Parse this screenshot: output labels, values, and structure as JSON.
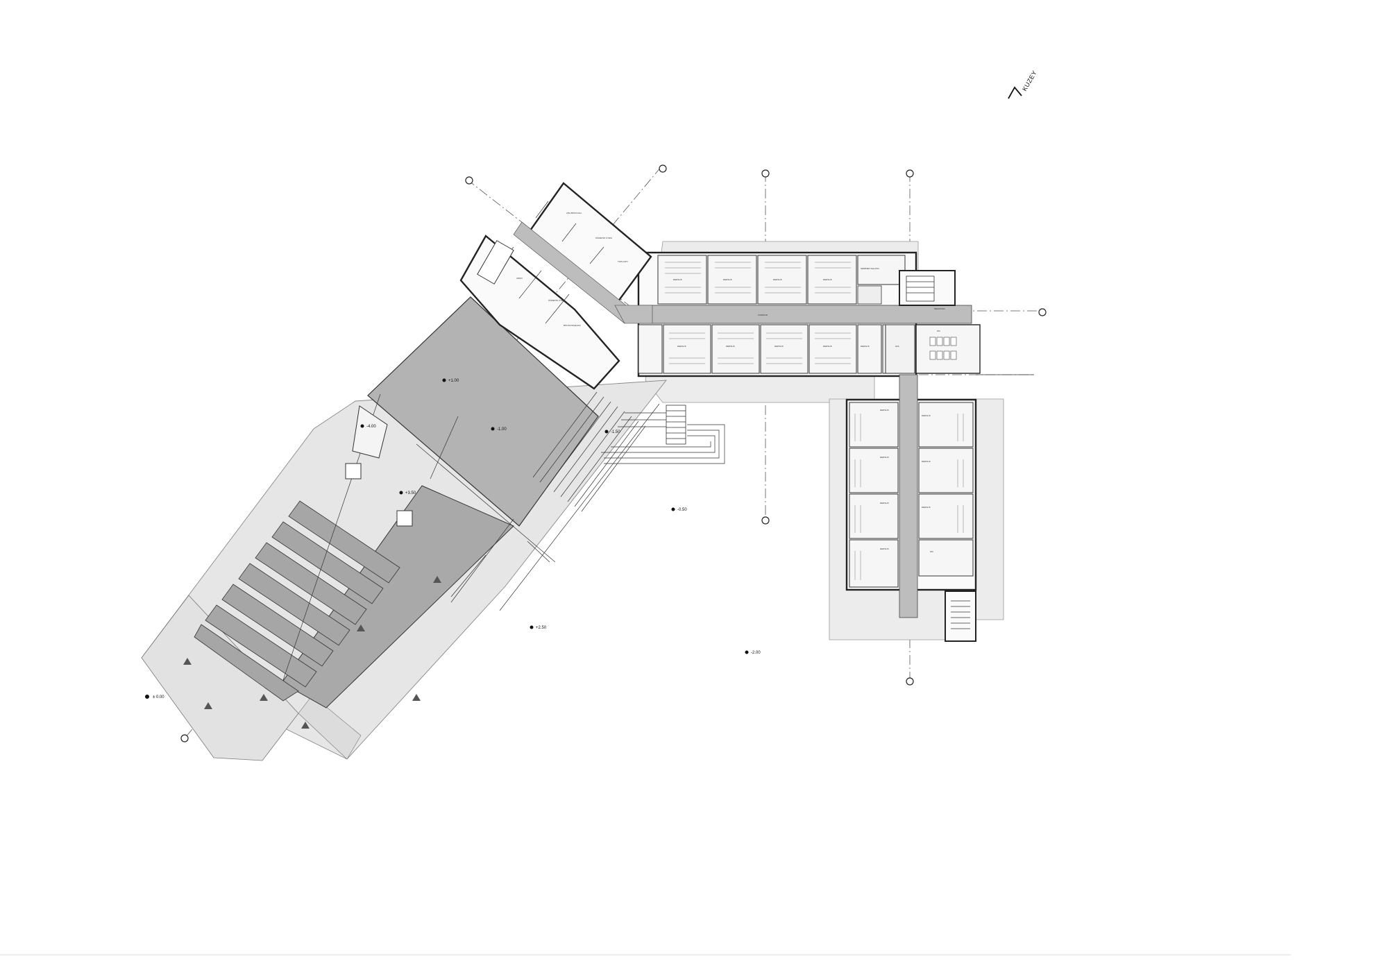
{
  "north_label": "KUZEY",
  "levels": {
    "ground": "± 0.00",
    "terrace_1": "-4.00",
    "terrace_2": "+1.00",
    "terrace_3": "-1.00",
    "terrace_4": "+3.50",
    "stair_landing": "-1.50",
    "court": "-0.50",
    "plinth": "+2.50",
    "step": "-2.00"
  },
  "rooms_north_row": [
    "DERSLİK",
    "DERSLİK",
    "DERSLİK",
    "DERSLİK",
    "SEMİNER SALONU"
  ],
  "rooms_south_row": [
    "DERSLİK",
    "DERSLİK",
    "DERSLİK",
    "DERSLİK",
    "DERSLİK"
  ],
  "rooms_east_wing_west": [
    "DERSLİK",
    "DERSLİK",
    "DERSLİK",
    "DERSLİK"
  ],
  "rooms_east_wing_east": [
    "DERSLİK",
    "DERSLİK",
    "DERSLİK",
    "WC"
  ],
  "rooms_nw_wing": [
    "ANA BİLİM DALI",
    "ÖĞRETİM ÜYESİ",
    "TOPLANTI",
    "ARŞİV",
    "ÖĞRETİM ÜYESİ",
    "BÖLÜM BAŞKANI"
  ],
  "corridor_label": "KORİDOR",
  "hall_label": "HOL",
  "wc_label": "WC",
  "stair_label": "MERDİVEN",
  "colors": {
    "background": "#ffffff",
    "roof_dark": "#a9a9a9",
    "roof_mid": "#c4c4c4",
    "terrace_light": "#e6e6e6",
    "corridor": "#bdbdbd",
    "line": "#222222"
  }
}
